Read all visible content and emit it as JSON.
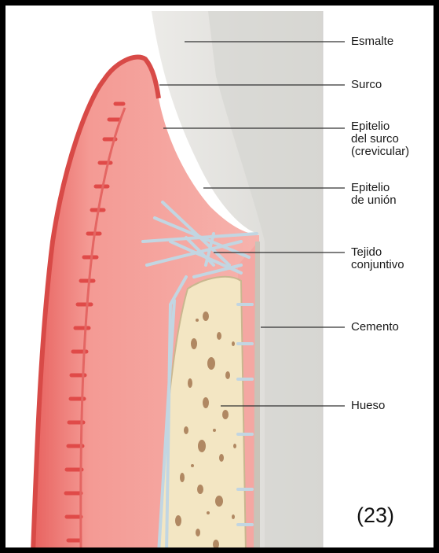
{
  "labels": {
    "esmalte": "Esmalte",
    "surco": "Surco",
    "epitelio_surco": "Epitelio\ndel surco\n(crevicular)",
    "epitelio_union": "Epitelio\nde unión",
    "tejido_conjuntivo": "Tejido\nconjuntivo",
    "cemento": "Cemento",
    "hueso": "Hueso"
  },
  "figure_number": "(23)",
  "colors": {
    "gingiva": "#f07f7c",
    "gingiva_light": "#f6aaa5",
    "bone": "#f3e6c3",
    "bone_pore": "#b08862",
    "tooth_outer": "#e6e5e2",
    "tooth_inner": "#d2d1cd",
    "fiber": "#c2d6e2",
    "leader_line": "#333333"
  }
}
